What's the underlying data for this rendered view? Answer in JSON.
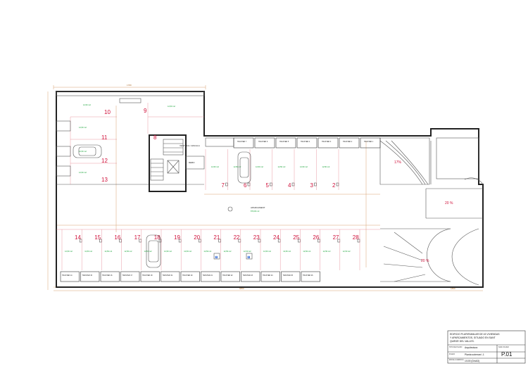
{
  "dims": {
    "top_total": "1780",
    "top_mid": "",
    "bottom_total": "6850",
    "bottom_right": "1860"
  },
  "places_top_right": [
    {
      "num": "7",
      "area": "12,50 m2"
    },
    {
      "num": "6",
      "area": "12,50 m2"
    },
    {
      "num": "5",
      "area": "12,50 m2"
    },
    {
      "num": "4",
      "area": "12,50 m2"
    },
    {
      "num": "3",
      "area": "12,50 m2"
    },
    {
      "num": "2",
      "area": "12,50 m2"
    }
  ],
  "places_left": [
    {
      "num": "10",
      "area": "12,50 m2"
    },
    {
      "num": "9",
      "area": "12,50 m2"
    },
    {
      "num": "8",
      "area": ""
    },
    {
      "num": "11",
      "area": "12,50 m2"
    },
    {
      "num": "12",
      "area": "12,50 m2"
    },
    {
      "num": "13",
      "area": "12,50 m2"
    }
  ],
  "places_bottom": [
    {
      "num": "14",
      "area": "12,50 m2"
    },
    {
      "num": "15",
      "area": "12,50 m2"
    },
    {
      "num": "16",
      "area": "12,50 m2"
    },
    {
      "num": "17",
      "area": "12,50 m2"
    },
    {
      "num": "18",
      "area": "12,50 m2"
    },
    {
      "num": "19",
      "area": "12,50 m2"
    },
    {
      "num": "20",
      "area": "12,50 m2"
    },
    {
      "num": "21",
      "area": "12,50 m2"
    },
    {
      "num": "22",
      "area": "12,50 m2"
    },
    {
      "num": "23",
      "area": "12,50 m2"
    },
    {
      "num": "24",
      "area": "12,50 m2"
    },
    {
      "num": "25",
      "area": "12,50 m2"
    },
    {
      "num": "26",
      "area": "12,50 m2"
    },
    {
      "num": "27",
      "area": "12,50 m2"
    },
    {
      "num": "28",
      "area": "12,50 m2"
    }
  ],
  "storage_top": [
    "TRASTER 7",
    "TRASTER 6",
    "TRASTER 5",
    "TRASTER 4",
    "TRASTER 3",
    "TRASTER 2",
    "TRASTER 1"
  ],
  "storage_bottom": [
    "TRASTER 14",
    "TRASTER 15",
    "TRASTER 16",
    "TRASTER 17",
    "TRASTER 18",
    "TRASTER 19",
    "TRASTER 20",
    "TRASTER 21",
    "TRASTER 22",
    "TRASTER 23",
    "TRASTER 24",
    "TRASTER 25",
    "TRASTER 26"
  ],
  "labels": {
    "aparcament": "APARCAMENT",
    "aparcament_area": "870,00 m2",
    "vestibul": "VESTIBUL / ESCALA",
    "rebo": "REBO",
    "slope_ramp": "17%",
    "slope_a": "20 %",
    "slope_b": "20 %"
  },
  "title_block": {
    "project": "EDIFICIO PLURIFAMILIAR DE 43 VIVIENDAS Y APARCAMIENTOS, SITUADO EN SANT QUIRZE DEL VALLES.",
    "tipo_label": "TIPO DE PLANO",
    "tipo_value": "Arquitectura",
    "plano_label": "PLANO",
    "plano_value": "Planta soterrani -1",
    "escala_label": "ESCALA GRAFICA",
    "escala_value": "1/100 (DinA3)",
    "num_label": "NUM. PLANO",
    "num_value": "P.01"
  }
}
